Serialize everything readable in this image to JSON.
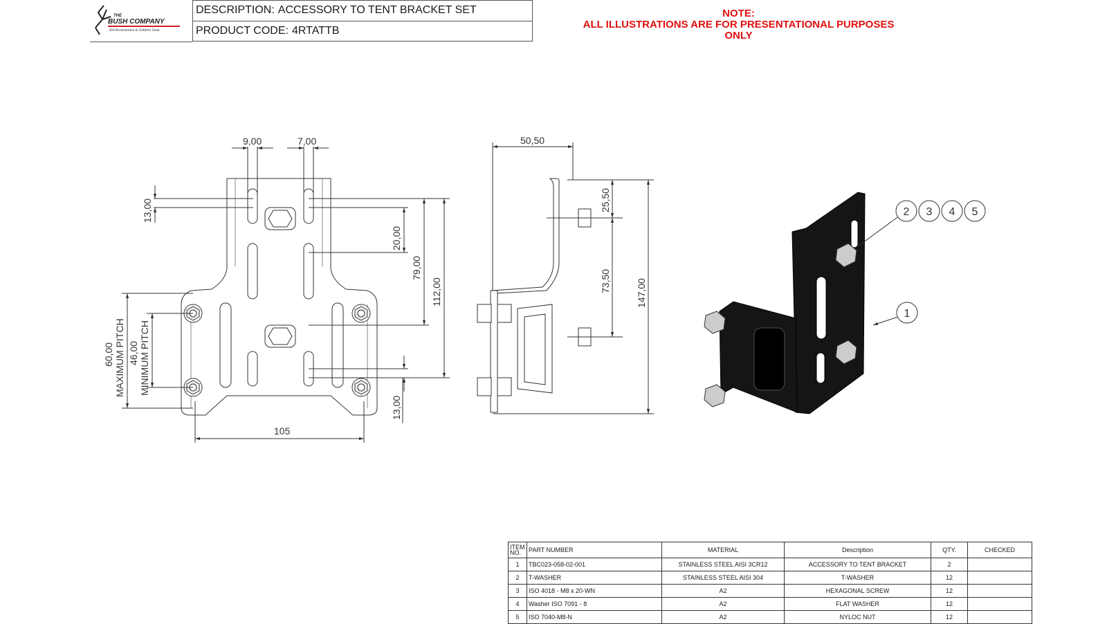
{
  "header": {
    "logo": {
      "brand": "THE BUSH COMPANY",
      "tagline": "4x4 Accessories & Outdoor Gear"
    },
    "description_label": "DESCRIPTION:",
    "description_value": "ACCESSORY TO TENT BRACKET SET",
    "code_label": "PRODUCT CODE:",
    "code_value": "4RTATTB"
  },
  "note": {
    "title": "NOTE:",
    "text": "ALL ILLUSTRATIONS ARE FOR PRESENTATIONAL PURPOSES ONLY"
  },
  "front_view": {
    "dims": {
      "slot_width": "9,00",
      "slot_width_2": "7,00",
      "top_offset": "13,00",
      "slot_pitch": "20,00",
      "middle_span": "79,00",
      "overall_span": "112,00",
      "bottom_offset": "13,00",
      "width": "105",
      "maximum_pitch": "60,00",
      "maximum_pitch_label": "MAXIMUM PITCH",
      "minimum_pitch": "46,00",
      "minimum_pitch_label": "MINIMUM PITCH"
    }
  },
  "side_view": {
    "dims": {
      "depth": "50,50",
      "top_offset": "25,50",
      "hole_pitch": "73,50",
      "overall_height": "147,00"
    }
  },
  "iso_view": {
    "balloons_fasteners": [
      "2",
      "3",
      "4",
      "5"
    ],
    "balloon_bracket": "1"
  },
  "bom": {
    "headers": [
      "ITEM NO.",
      "PART NUMBER",
      "MATERIAL",
      "Description",
      "QTY.",
      "CHECKED"
    ],
    "rows": [
      [
        "1",
        "TBC023-058-02-001",
        "STAINLESS STEEL AISI 3CR12",
        "ACCESSORY TO TENT BRACKET",
        "2",
        ""
      ],
      [
        "2",
        "T-WASHER",
        "STAINLESS STEEL AISI 304",
        "T-WASHER",
        "12",
        ""
      ],
      [
        "3",
        "ISO 4018 - M8 x 20-WN",
        "A2",
        "HEXAGONAL SCREW",
        "12",
        ""
      ],
      [
        "4",
        "Washer ISO 7091 - 8",
        "A2",
        "FLAT WASHER",
        "12",
        ""
      ],
      [
        "5",
        "ISO 7040-M8-N",
        "A2",
        "NYLOC NUT",
        "12",
        ""
      ]
    ]
  }
}
